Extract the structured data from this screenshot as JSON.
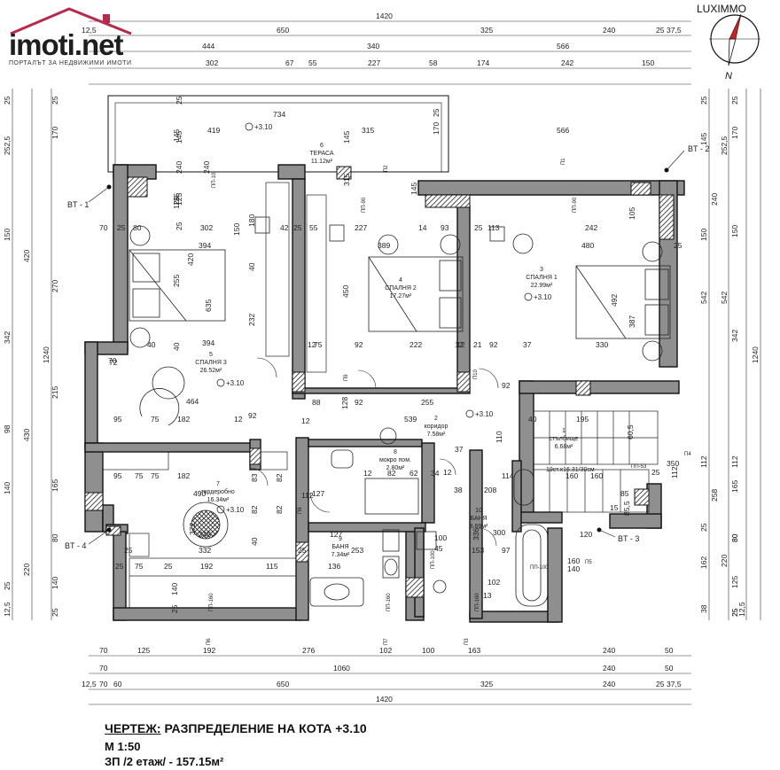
{
  "logo": {
    "name": "imoti.net",
    "tagline": "ПОРТАЛЪТ ЗА НЕДВИЖИМИ ИМОТИ"
  },
  "brand": "LUXIMMO",
  "compass_letter": "N",
  "caption": {
    "line1_prefix": "ЧЕРТЕЖ:",
    "line1_text": "РАЗПРЕДЕЛЕНИЕ НА КОТА +3.10",
    "line2": "М 1:50",
    "line3": "ЗП /2 етаж/ - 157.15м²"
  },
  "axes": {
    "bt1": "BT - 1",
    "bt2": "BT - 2",
    "bt3": "BT - 3",
    "bt4": "BT - 4"
  },
  "dims_top": {
    "row1": [
      "12,5",
      "650",
      "325",
      "240",
      "25",
      "37,5"
    ],
    "overall": "1420",
    "row2": [
      "444",
      "340",
      "566"
    ],
    "row3": [
      "302",
      "67",
      "55",
      "227",
      "58",
      "174",
      "242",
      "150"
    ]
  },
  "dims_bottom": {
    "row1": [
      "70",
      "125",
      "192",
      "276",
      "102",
      "100",
      "163",
      "240",
      "50"
    ],
    "row2": [
      "70",
      "1060",
      "240",
      "50"
    ],
    "row3": [
      "12,5",
      "70",
      "60",
      "650",
      "325",
      "240",
      "25",
      "37,5"
    ],
    "overall": "1420"
  },
  "dims_left": {
    "col1": [
      "25",
      "252,5",
      "150",
      "342",
      "98",
      "140",
      "25",
      "12,5"
    ],
    "col2": [
      "420",
      "430",
      "220"
    ],
    "col3": [
      "25",
      "170",
      "270",
      "215",
      "165",
      "80",
      "140",
      "25"
    ],
    "overall": "1240",
    "col4": [
      "25",
      "145",
      "150",
      "240",
      "125",
      "25"
    ]
  },
  "dims_right": {
    "col1": [
      "25",
      "145",
      "240",
      "150",
      "542",
      "112",
      "258",
      "25",
      "162",
      "38"
    ],
    "col2": [
      "25",
      "170",
      "150",
      "342",
      "112",
      "165",
      "80",
      "125",
      "25"
    ],
    "col3": [
      "252,5",
      "542",
      "80",
      "220",
      "25",
      "12,5"
    ],
    "overall": "1240"
  },
  "rooms": [
    {
      "num": "6",
      "name": "ТЕРАСА",
      "area": "11.12м²"
    },
    {
      "num": "5",
      "name": "СПАЛНЯ 3",
      "area": "26.52м²"
    },
    {
      "num": "4",
      "name": "СПАЛНЯ 2",
      "area": "17.27м²"
    },
    {
      "num": "3",
      "name": "СПАЛНЯ 1",
      "area": "22.99м²"
    },
    {
      "num": "2",
      "name": "коридор",
      "area": "7.58м²"
    },
    {
      "num": "1",
      "name": "стълбище",
      "area": "6.68м²"
    },
    {
      "num": "7",
      "name": "гардеробно",
      "area": "16.34м²"
    },
    {
      "num": "8",
      "name": "мокро пом.",
      "area": "2.80м²"
    },
    {
      "num": "9",
      "name": "БАНЯ",
      "area": "7.34м²"
    },
    {
      "num": "10",
      "name": "БАНЯ",
      "area": "8.69м²"
    }
  ],
  "levels": [
    "+3.10",
    "+3.10",
    "+3.10",
    "+3.10",
    "+3.10"
  ],
  "stair_note": "19ст.х16.31/30см",
  "inner_dims": {
    "terrace": [
      "734",
      "315",
      "566",
      "419",
      "145",
      "125",
      "170",
      "145",
      "315",
      "145",
      "240",
      "25"
    ],
    "bed3": [
      "302",
      "394",
      "394",
      "420",
      "255",
      "635",
      "40",
      "232",
      "125",
      "80",
      "70",
      "40",
      "180",
      "42",
      "25"
    ],
    "bed2": [
      "227",
      "14",
      "93",
      "389",
      "450",
      "12",
      "55",
      "92",
      "222",
      "12",
      "75",
      "92",
      "25"
    ],
    "bed1": [
      "242",
      "480",
      "492",
      "387",
      "330",
      "105",
      "113",
      "21",
      "92",
      "37",
      "25",
      "12",
      "25"
    ],
    "hall": [
      "539",
      "255",
      "128",
      "92",
      "88",
      "12",
      "464",
      "182",
      "92",
      "12",
      "75",
      "95",
      "70",
      "75",
      "95",
      "40",
      "72"
    ],
    "wardrobe": [
      "490",
      "182",
      "75",
      "372",
      "345",
      "332",
      "25",
      "192",
      "115",
      "83",
      "82",
      "82",
      "82",
      "40",
      "25",
      "75",
      "25",
      "140",
      "25"
    ],
    "baths": [
      "127",
      "136",
      "253",
      "153",
      "100",
      "208",
      "114",
      "160",
      "336",
      "300",
      "97",
      "102",
      "12",
      "37",
      "82",
      "62",
      "34",
      "38",
      "12",
      "112",
      "25",
      "127",
      "13",
      "45"
    ],
    "stair": [
      "195",
      "40",
      "60,5",
      "110",
      "350",
      "112",
      "85,5",
      "120",
      "160",
      "140",
      "25",
      "160",
      "85",
      "15"
    ]
  },
  "openings": [
    "ПП-10",
    "ПП-90",
    "ПП-90",
    "ПП-53",
    "ПП-100",
    "ПП-160",
    "ПП-160",
    "ПП-160",
    "ПП-100",
    "П4",
    "П5",
    "П6",
    "П7",
    "П2",
    "П1",
    "П3",
    "П9",
    "П8",
    "П10"
  ]
}
